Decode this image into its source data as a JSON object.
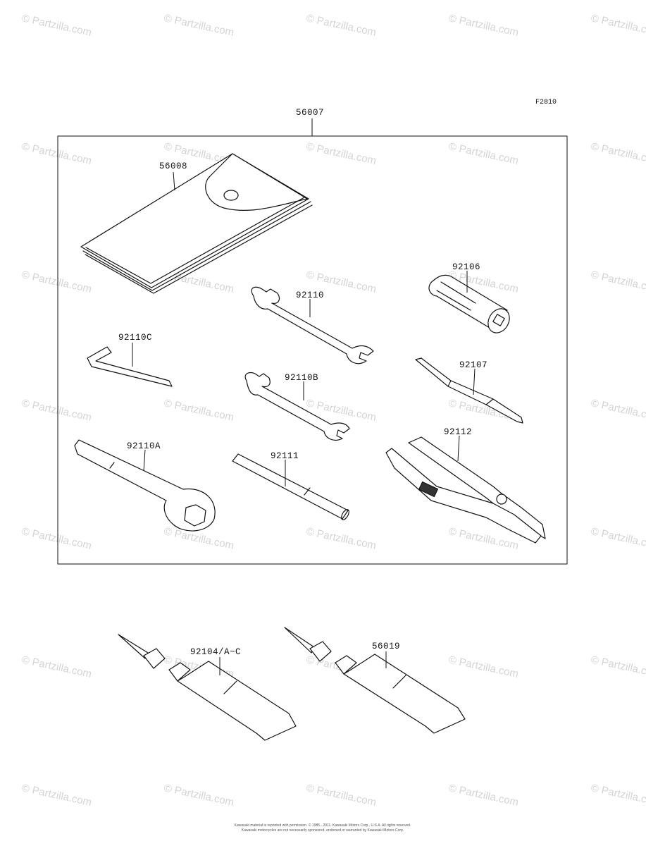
{
  "figure_code": "F2810",
  "watermark_text": "© Partzilla.com",
  "kit_label": "56007",
  "parts": {
    "case": "56008",
    "adapter": "92106",
    "wrench_large": "92110",
    "hex_key": "92110C",
    "driver": "92107",
    "wrench_small": "92110B",
    "ring_wrench": "92110A",
    "bar": "92111",
    "pliers": "92112",
    "grease_1": "92104/A~C",
    "grease_2": "56019"
  },
  "footer": {
    "line1": "Kawasaki material is reprinted with permission. © 1985 - 2011. Kawasaki Motors Corp., U.S.A. All rights reserved.",
    "line2": "Kawasaki motorcycles are not necessarily sponsored, endorsed or warranted by Kawasaki Motors Corp."
  }
}
